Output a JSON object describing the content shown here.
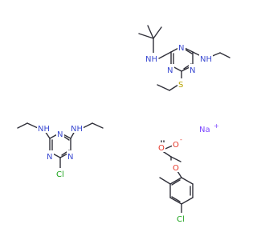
{
  "molecules": [
    {
      "id": "terbutryn",
      "atoms": {
        "nh_left": "NH",
        "nh_right": "NH",
        "ring_n_top": "N",
        "ring_n_left": "N",
        "ring_n_right": "N",
        "s": "S"
      }
    },
    {
      "id": "simazine",
      "atoms": {
        "nh_left": "NH",
        "nh_right": "NH",
        "ring_n_mid": "N",
        "ring_n_left": "N",
        "ring_n_right": "N",
        "cl": "Cl"
      }
    },
    {
      "id": "mcpa-sodium",
      "atoms": {
        "na": "Na",
        "na_charge": "+",
        "o_carbonyl": "O",
        "o_anion": "O",
        "o_anion_charge": "-",
        "o_ether": "O",
        "cl": "Cl"
      }
    }
  ],
  "colors": {
    "bond": "#30303a",
    "nitrogen": "#3c4bd2",
    "sulfur": "#b7a300",
    "chlorine": "#1aa31a",
    "oxygen": "#e53527",
    "sodium": "#7b46ff"
  }
}
